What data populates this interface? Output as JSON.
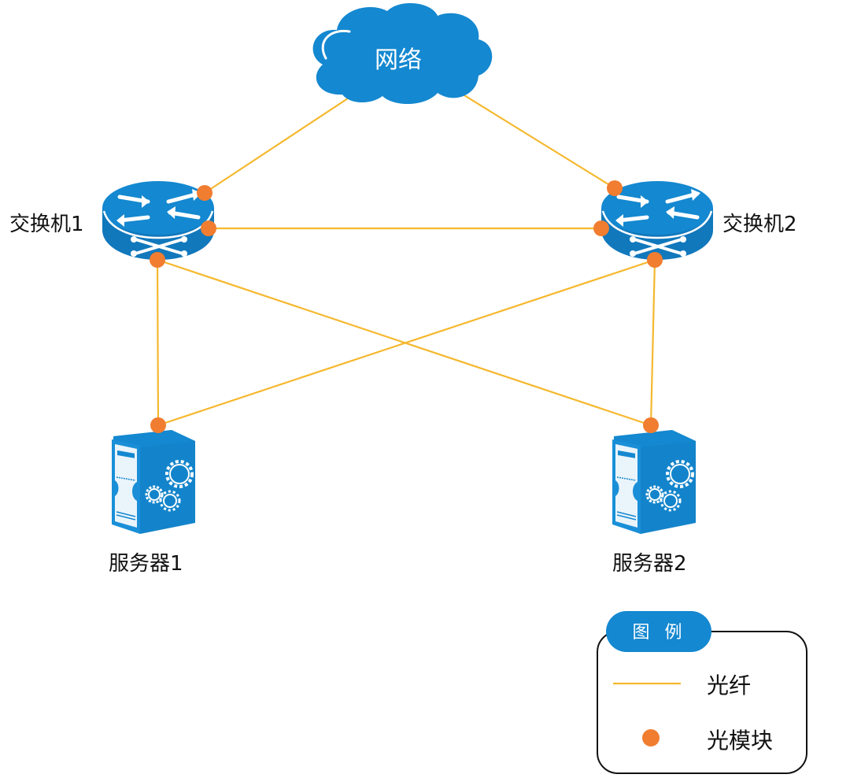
{
  "colors": {
    "device_blue": "#1488d0",
    "fiber_line": "#f5b82e",
    "module_dot": "#f07d30",
    "text": "#111111",
    "legend_border": "#111111"
  },
  "cloud": {
    "label": "网络"
  },
  "switches": [
    {
      "id": "switch1",
      "label": "交换机1"
    },
    {
      "id": "switch2",
      "label": "交换机2"
    }
  ],
  "servers": [
    {
      "id": "server1",
      "label": "服务器1"
    },
    {
      "id": "server2",
      "label": "服务器2"
    }
  ],
  "links": [
    {
      "from": "cloud",
      "to": "switch1",
      "type": "光纤"
    },
    {
      "from": "cloud",
      "to": "switch2",
      "type": "光纤"
    },
    {
      "from": "switch1",
      "to": "switch2",
      "type": "光纤"
    },
    {
      "from": "switch1",
      "to": "server1",
      "type": "光纤"
    },
    {
      "from": "switch1",
      "to": "server2",
      "type": "光纤"
    },
    {
      "from": "switch2",
      "to": "server1",
      "type": "光纤"
    },
    {
      "from": "switch2",
      "to": "server2",
      "type": "光纤"
    }
  ],
  "legend": {
    "title": "图 例",
    "items": [
      {
        "symbol": "line",
        "label": "光纤"
      },
      {
        "symbol": "dot",
        "label": "光模块"
      }
    ]
  }
}
